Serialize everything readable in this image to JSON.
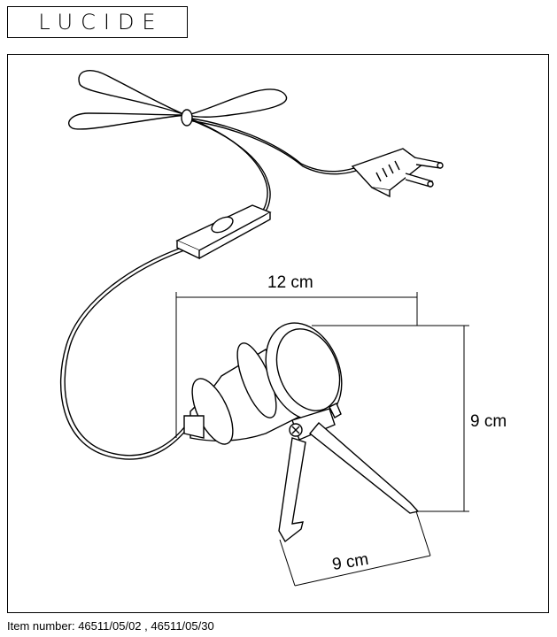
{
  "brand": {
    "logo_text": "LUCIDE"
  },
  "dimensions": {
    "width": "12 cm",
    "height": "9 cm",
    "depth": "9 cm"
  },
  "footer": {
    "item_number_text": "Item number: 46511/05/02 , 46511/05/30"
  }
}
